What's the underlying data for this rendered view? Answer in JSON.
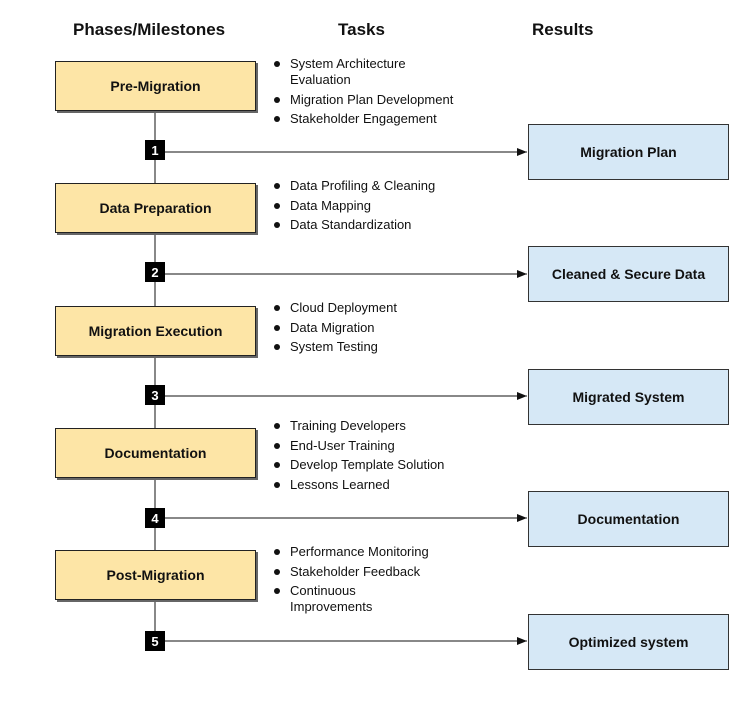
{
  "headers": {
    "phases": "Phases/Milestones",
    "tasks": "Tasks",
    "results": "Results"
  },
  "phases": [
    {
      "label": "Pre-Migration",
      "tasks": [
        "System Architecture Evaluation",
        "Migration Plan Development",
        "Stakeholder Engagement"
      ]
    },
    {
      "label": "Data Preparation",
      "tasks": [
        "Data Profiling & Cleaning",
        "Data Mapping",
        "Data Standardization"
      ]
    },
    {
      "label": "Migration Execution",
      "tasks": [
        "Cloud Deployment",
        "Data Migration",
        "System Testing"
      ]
    },
    {
      "label": "Documentation",
      "tasks": [
        "Training Developers",
        "End-User Training",
        "Develop Template Solution",
        "Lessons Learned"
      ]
    },
    {
      "label": "Post-Migration",
      "tasks": [
        "Performance Monitoring",
        "Stakeholder Feedback",
        "Continuous Improvements"
      ]
    }
  ],
  "milestones": [
    {
      "number": "1",
      "result": "Migration Plan"
    },
    {
      "number": "2",
      "result": "Cleaned & Secure Data"
    },
    {
      "number": "3",
      "result": "Migrated System"
    },
    {
      "number": "4",
      "result": "Documentation"
    },
    {
      "number": "5",
      "result": "Optimized system"
    }
  ]
}
